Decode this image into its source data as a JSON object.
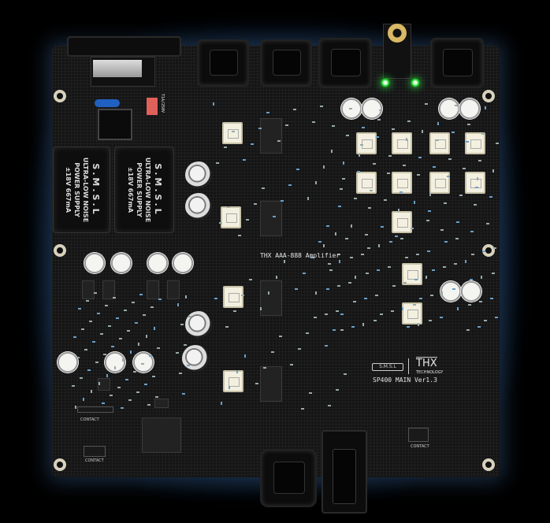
{
  "psu_modules": [
    {
      "brand": "S.M.S.L",
      "line1": "ULTRA-LOW NOISE",
      "line2": "POWER SUPPLY",
      "line3": "±18V 667mA"
    },
    {
      "brand": "S.M.S.L",
      "line1": "ULTRA-LOW NOISE",
      "line2": "POWER SUPPLY",
      "line3": "±18V 667mA"
    }
  ],
  "amp_label": "THX AAA-888 Amplifier",
  "logo": {
    "brand": "S.M.S.L",
    "partner": "THX",
    "partner_sub": "TECHNOLOGY"
  },
  "board_label": "SP400 MAIN Ver1.3",
  "fuse_label": "T1A/250V",
  "contact_label": "CONTACT",
  "colors": {
    "led": "#2fdc3a",
    "board": "#151516",
    "glow": "#1d3550"
  }
}
